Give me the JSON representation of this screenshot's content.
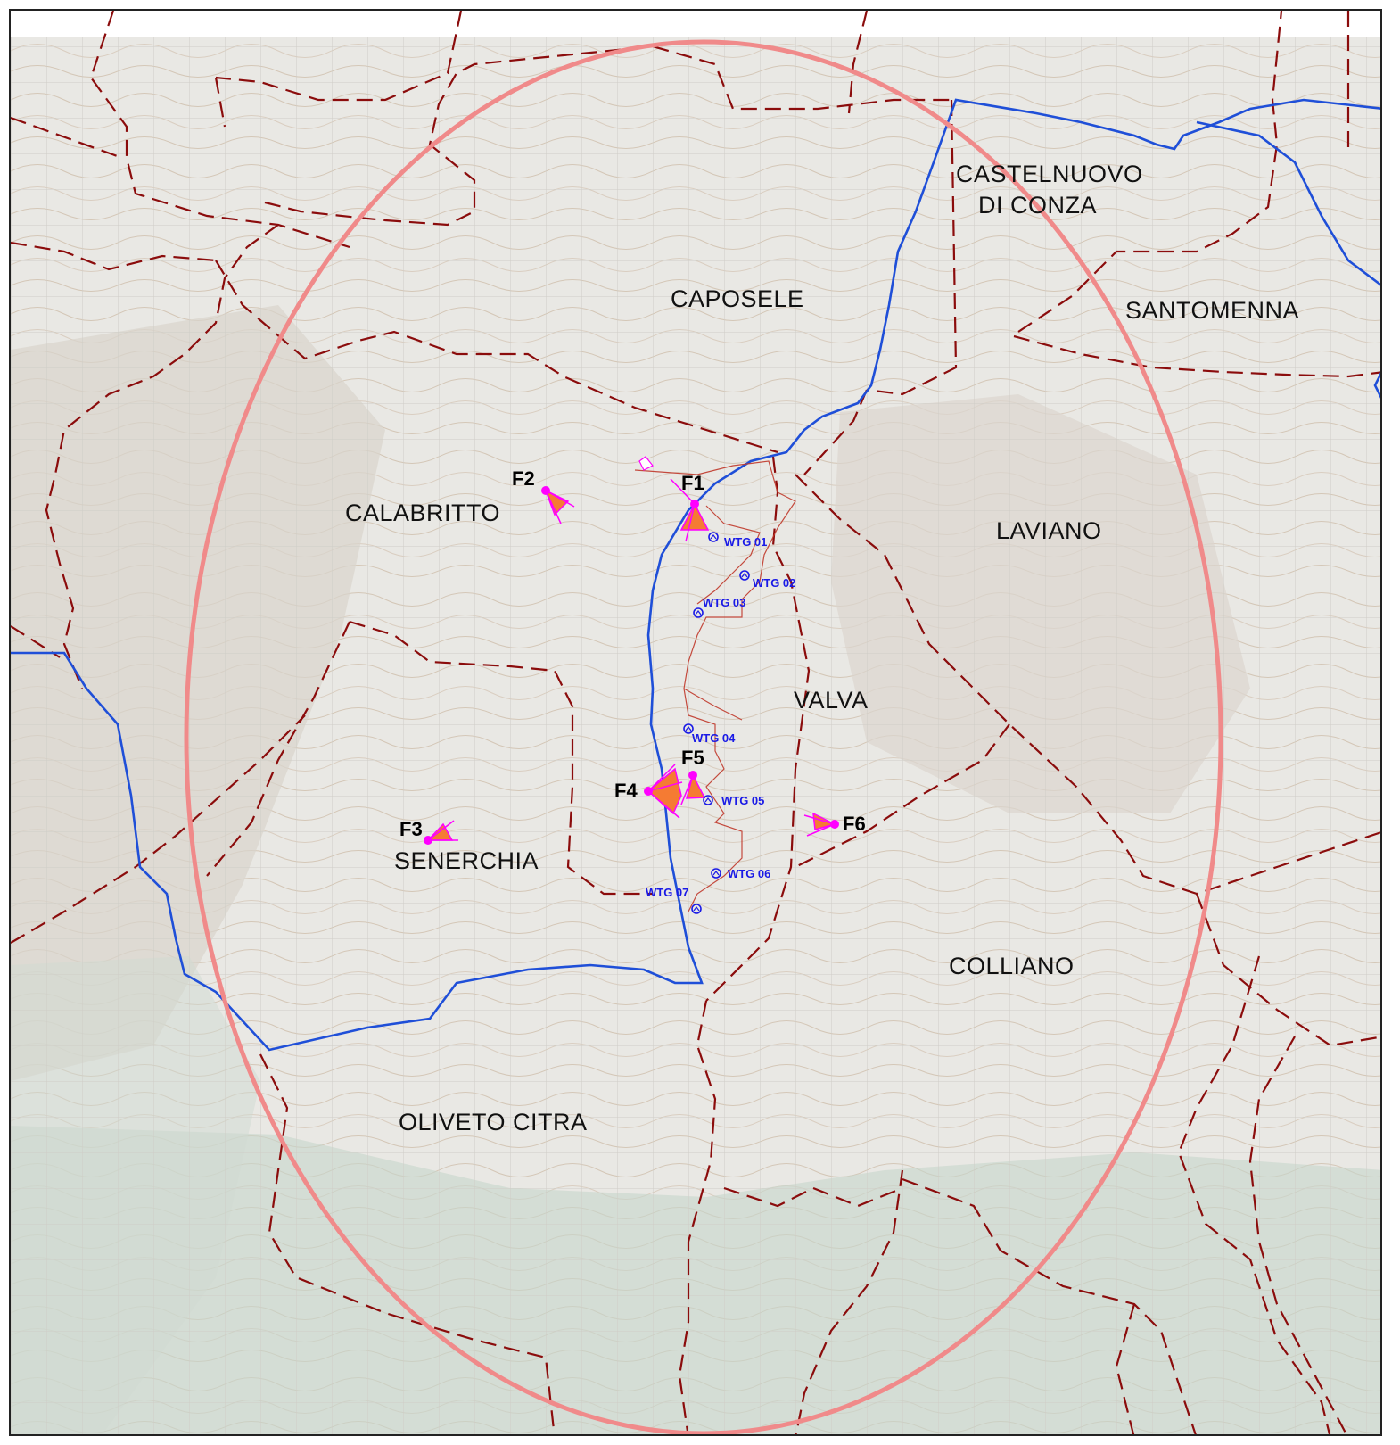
{
  "map": {
    "municipalities": [
      {
        "id": "castelnuovo-1",
        "label": "CASTELNUOVO"
      },
      {
        "id": "castelnuovo-2",
        "label": "DI CONZA"
      },
      {
        "id": "caposele",
        "label": "CAPOSELE"
      },
      {
        "id": "santomenna",
        "label": "SANTOMENNA"
      },
      {
        "id": "calabritto",
        "label": "CALABRITTO"
      },
      {
        "id": "laviano",
        "label": "LAVIANO"
      },
      {
        "id": "valva",
        "label": "VALVA"
      },
      {
        "id": "senerchia",
        "label": "SENERCHIA"
      },
      {
        "id": "colliano",
        "label": "COLLIANO"
      },
      {
        "id": "oliveto-citra",
        "label": "OLIVETO CITRA"
      }
    ],
    "sites": [
      {
        "id": "f1",
        "label": "F1"
      },
      {
        "id": "f2",
        "label": "F2"
      },
      {
        "id": "f3",
        "label": "F3"
      },
      {
        "id": "f4",
        "label": "F4"
      },
      {
        "id": "f5",
        "label": "F5"
      },
      {
        "id": "f6",
        "label": "F6"
      }
    ],
    "turbines": [
      {
        "id": "wtg01",
        "label": "WTG 01"
      },
      {
        "id": "wtg02",
        "label": "WTG 02"
      },
      {
        "id": "wtg03",
        "label": "WTG 03"
      },
      {
        "id": "wtg04",
        "label": "WTG 04"
      },
      {
        "id": "wtg05",
        "label": "WTG 05"
      },
      {
        "id": "wtg06",
        "label": "WTG 06"
      },
      {
        "id": "wtg07",
        "label": "WTG 07"
      }
    ],
    "colors": {
      "buffer_circle": "#f08a8a",
      "municipal_boundary": "#8b0c0c",
      "province_boundary": "#1f4fd8",
      "turbine": "#1a1ae6",
      "site_point": "#ff00ff",
      "site_cone": "#f57b33",
      "road": "#c0392b",
      "terrain": "#e9e8e4"
    }
  }
}
